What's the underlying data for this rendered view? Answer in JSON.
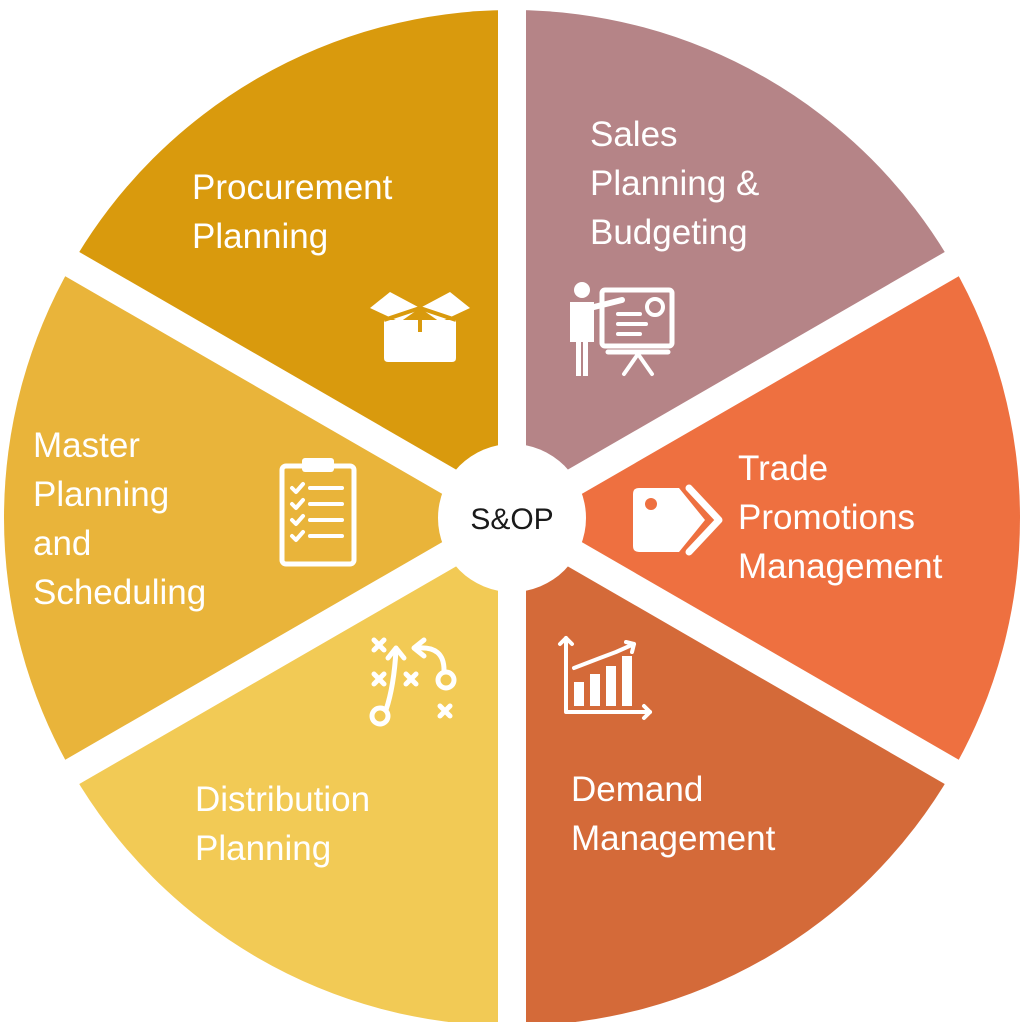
{
  "center": {
    "label": "S&OP",
    "color": "#ffffff",
    "text_color": "#1a1a1a"
  },
  "segments": [
    {
      "id": "sales",
      "color": "#b58487",
      "lines": [
        "Sales",
        "Planning &",
        "Budgeting"
      ],
      "icon": "presentation-icon"
    },
    {
      "id": "trade",
      "color": "#ee7040",
      "lines": [
        "Trade",
        "Promotions",
        "Management"
      ],
      "icon": "price-tags-icon"
    },
    {
      "id": "demand",
      "color": "#d46a39",
      "lines": [
        "Demand",
        "Management"
      ],
      "icon": "bar-chart-icon"
    },
    {
      "id": "distribution",
      "color": "#f2ca55",
      "lines": [
        "Distribution",
        "Planning"
      ],
      "icon": "strategy-play-icon"
    },
    {
      "id": "master",
      "color": "#e9b43a",
      "lines": [
        "Master",
        "Planning",
        "and",
        "Scheduling"
      ],
      "icon": "clipboard-checklist-icon"
    },
    {
      "id": "procurement",
      "color": "#d99a0d",
      "lines": [
        "Procurement",
        "Planning"
      ],
      "icon": "open-box-icon"
    }
  ]
}
